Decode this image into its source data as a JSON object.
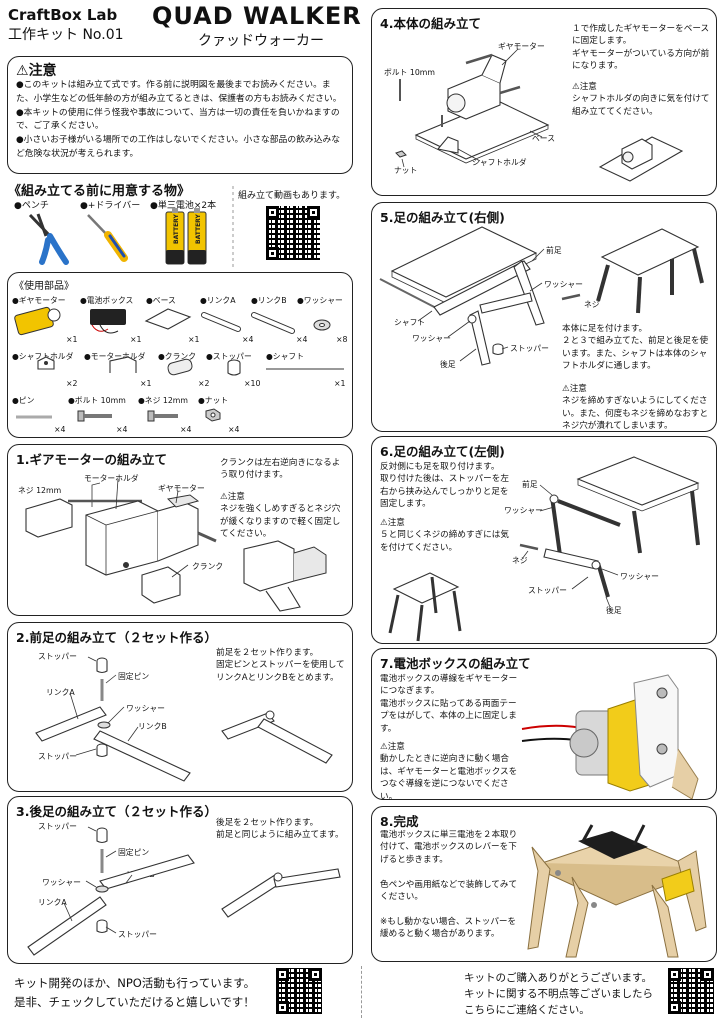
{
  "header": {
    "brand": "CraftBox Lab",
    "kit_no": "工作キット No.01",
    "title": "QUAD WALKER",
    "subtitle": "クァッドウォーカー"
  },
  "caution": {
    "title": "注意",
    "body": "●このキットは組み立て式です。作る前に説明図を最後までお読みください。また、小学生などの低年齢の方が組み立てるときは、保護者の方もお読みください。\n●本キットの使用に伴う怪我や事故について、当方は一切の責任を負いかねますので、ご了承ください。\n●小さいお子様がいる場所での工作はしないでください。小さな部品の飲み込みなど危険な状況が考えられます。"
  },
  "prepare": {
    "title": "《組み立てる前に用意する物》",
    "items": [
      "●ペンチ",
      "●+ドライバー",
      "●単三電池×2本"
    ],
    "video_note": "組み立て動画もあります。",
    "battery_text": "BATTERY"
  },
  "parts": {
    "title": "《使用部品》",
    "row1": [
      {
        "name": "●ギヤモーター",
        "qty": "×1"
      },
      {
        "name": "●電池ボックス",
        "qty": "×1"
      },
      {
        "name": "●ベース",
        "qty": "×1"
      },
      {
        "name": "●リンクA",
        "qty": "×4"
      },
      {
        "name": "●リンクB",
        "qty": "×4"
      },
      {
        "name": "●ワッシャー",
        "qty": "×8"
      }
    ],
    "row2": [
      {
        "name": "●シャフトホルダ",
        "qty": "×2"
      },
      {
        "name": "●モーターホルダ",
        "qty": "×1"
      },
      {
        "name": "●クランク",
        "qty": "×2"
      },
      {
        "name": "●ストッパー",
        "qty": "×10"
      },
      {
        "name": "●シャフト",
        "qty": "×1"
      }
    ],
    "row3": [
      {
        "name": "●ピン",
        "qty": "×4"
      },
      {
        "name": "●ボルト 10mm",
        "qty": "×4"
      },
      {
        "name": "●ネジ 12mm",
        "qty": "×4"
      },
      {
        "name": "●ナット",
        "qty": "×4"
      }
    ]
  },
  "step1": {
    "title": "1.ギアモーターの組み立て",
    "text": "クランクは左右逆向きになるよう取り付けます。",
    "caution": "⚠注意\nネジを強くしめすぎるとネジ穴が緩くなりますので軽く固定してください。",
    "labels": {
      "motor_holder": "モーターホルダ",
      "gear_motor": "ギヤモーター",
      "screw": "ネジ 12mm",
      "crank": "クランク"
    }
  },
  "step2": {
    "title": "2.前足の組み立て（２セット作る）",
    "text": "前足を２セット作ります。\n固定ピンとストッパーを使用してリンクAとリンクBをとめます。",
    "labels": {
      "stopper_top": "ストッパー",
      "pin": "固定ピン",
      "link_a": "リンクA",
      "washer": "ワッシャー",
      "link_b": "リンクB",
      "stopper_bottom": "ストッパー"
    }
  },
  "step3": {
    "title": "3.後足の組み立て（２セット作る）",
    "text": "後足を２セット作ります。\n前足と同じように組み立てます。",
    "labels": {
      "stopper_top": "ストッパー",
      "pin": "固定ピン",
      "washer": "ワッシャー",
      "link_b": "リンクB",
      "link_a": "リンクA",
      "stopper_bottom": "ストッパー"
    }
  },
  "step4": {
    "title": "4.本体の組み立て",
    "text": "１で作成したギヤモーターをベースに固定します。\nギヤモーターがついている方向が前になります。",
    "caution": "⚠注意\nシャフトホルダの向きに気を付けて組み立ててください。",
    "labels": {
      "gear_motor": "ギヤモーター",
      "bolt": "ボルト 10mm",
      "base": "ベース",
      "shaft_holder": "シャフトホルダ",
      "nut": "ナット"
    }
  },
  "step5": {
    "title": "5.足の組み立て(右側)",
    "text": "本体に足を付けます。\n２と３で組み立てた、前足と後足を使います。また、シャフトは本体のシャフトホルダに通します。",
    "caution": "⚠注意\nネジを締めすぎないようにしてください。また、何度もネジを締めなおすとネジ穴が潰れてしまいます。",
    "labels": {
      "front_leg": "前足",
      "washer1": "ワッシャー",
      "screw": "ネジ",
      "shaft": "シャフト",
      "washer2": "ワッシャー",
      "stopper": "ストッパー",
      "rear_leg": "後足"
    }
  },
  "step6": {
    "title": "6.足の組み立て(左側)",
    "text": "反対側にも足を取り付けます。\n取り付けた後は、ストッパーを左右から挟み込んでしっかりと足を固定します。",
    "caution": "⚠注意\n５と同じくネジの締めすぎには気を付けてください。",
    "labels": {
      "front_leg": "前足",
      "washer1": "ワッシャー",
      "screw": "ネジ",
      "washer2": "ワッシャー",
      "stopper": "ストッパー",
      "rear_leg": "後足"
    }
  },
  "step7": {
    "title": "7.電池ボックスの組み立て",
    "text": "電池ボックスの導線をギヤモーターにつなぎます。\n電池ボックスに貼ってある両面テープをはがして、本体の上に固定します。",
    "caution": "⚠注意\n動かしたときに逆向きに動く場合は、ギヤモーターと電池ボックスをつなぐ導線を逆につないでください。"
  },
  "step8": {
    "title": "8.完成",
    "text": "電池ボックスに単三電池を２本取り付けて、電池ボックスのレバーを下げると歩きます。\n\n色ペンや画用紙などで装飾してみてください。\n\n※もし動かない場合、ストッパーを緩めると動く場合があります。"
  },
  "footer": {
    "left": "キット開発のほか、NPO活動も行っています。\n是非、チェックしていただけると嬉しいです！",
    "right": "キットのご購入ありがとうございます。\nキットに関する不明点等ございましたら\nこちらにご連絡ください。"
  }
}
